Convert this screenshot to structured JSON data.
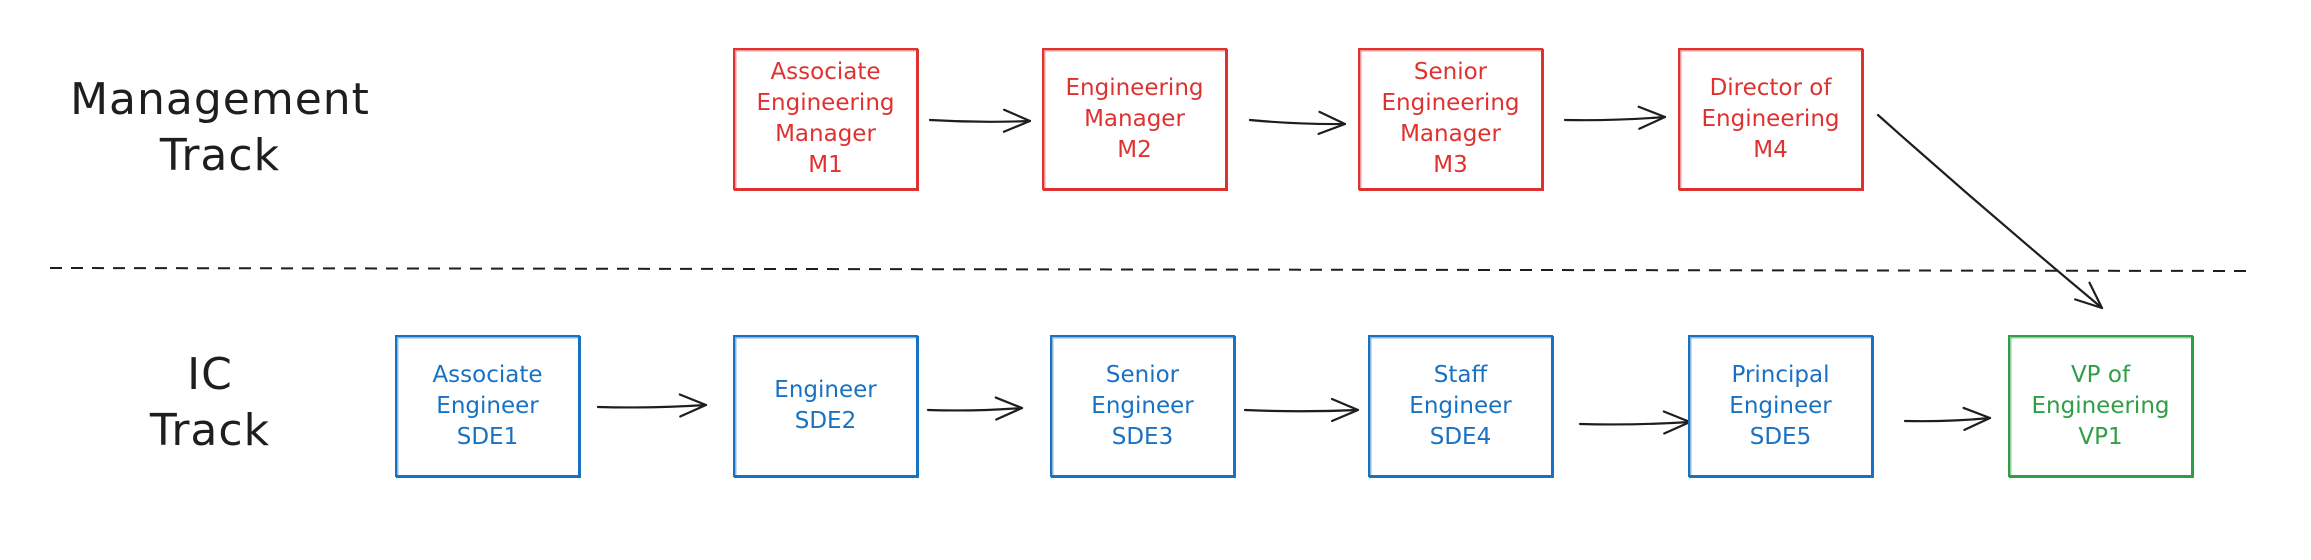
{
  "colors": {
    "management": "#e03131",
    "ic": "#1971c2",
    "executive": "#2f9e44",
    "ink": "#1e1e1e"
  },
  "tracks": {
    "management": {
      "label_lines": [
        "Management",
        "Track"
      ]
    },
    "ic": {
      "label_lines": [
        "IC",
        "Track"
      ]
    }
  },
  "management_roles": [
    {
      "lines": [
        "Associate",
        "Engineering",
        "Manager",
        "M1"
      ]
    },
    {
      "lines": [
        "Engineering",
        "Manager",
        "M2"
      ]
    },
    {
      "lines": [
        "Senior",
        "Engineering",
        "Manager",
        "M3"
      ]
    },
    {
      "lines": [
        "Director of",
        "Engineering",
        "M4"
      ]
    }
  ],
  "ic_roles": [
    {
      "lines": [
        "Associate",
        "Engineer",
        "SDE1"
      ]
    },
    {
      "lines": [
        "Engineer",
        "SDE2"
      ]
    },
    {
      "lines": [
        "Senior",
        "Engineer",
        "SDE3"
      ]
    },
    {
      "lines": [
        "Staff",
        "Engineer",
        "SDE4"
      ]
    },
    {
      "lines": [
        "Principal",
        "Engineer",
        "SDE5"
      ]
    },
    {
      "lines": [
        "VP of",
        "Engineering",
        "VP1"
      ]
    }
  ]
}
